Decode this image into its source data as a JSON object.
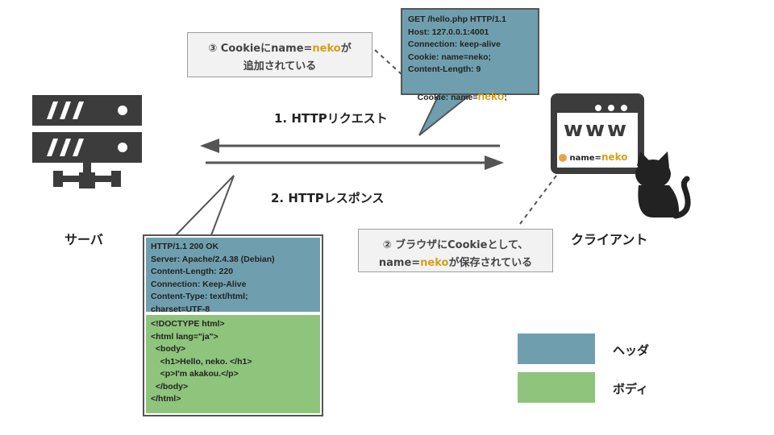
{
  "request_label": "1. HTTPリクエスト",
  "response_label": "2. HTTPレスポンス",
  "server_label": "サーバ",
  "client_label": "クライアント",
  "browser": {
    "www": "www",
    "cookie_prefix": "name=",
    "cookie_value": "neko"
  },
  "note3": {
    "num": "③",
    "line1_prefix": " Cookieに",
    "line1_key": "name=",
    "line1_value": "neko",
    "line1_suffix": "が",
    "line2": "追加されている"
  },
  "note2": {
    "num": "②",
    "line1": " ブラウザにCookieとして、",
    "line2_key": "name=",
    "line2_value": "neko",
    "line2_suffix": "が保存されている"
  },
  "request_headers": [
    "GET /hello.php HTTP/1.1",
    "Host: 127.0.0.1:4001",
    "Connection: keep-alive",
    "Cookie: name=neko;",
    "Content-Length: 9"
  ],
  "request_body_prefix": "Cookie: name=",
  "request_body_value": "neko",
  "request_body_suffix": ";",
  "response_headers": [
    "HTTP/1.1 200 OK",
    "Server: Apache/2.4.38 (Debian)",
    "Content-Length: 220",
    "Connection: Keep-Alive",
    "Content-Type: text/html;",
    "charset=UTF-8"
  ],
  "response_body": [
    "<!DOCTYPE html>",
    "<html lang=\"ja\">",
    "  <body>",
    "    <h1>Hello, neko. </h1>",
    "    <p>I'm akakou.</p>",
    "  </body>",
    "</html>"
  ],
  "legend": [
    {
      "label": "ヘッダ",
      "color": "#6f9fae"
    },
    {
      "label": "ボディ",
      "color": "#8ec47c"
    }
  ],
  "colors": {
    "header_bg": "#6f9fae",
    "body_bg": "#8ec47c",
    "icon_dark": "#3c3c3c",
    "highlight": "#d4a017"
  }
}
